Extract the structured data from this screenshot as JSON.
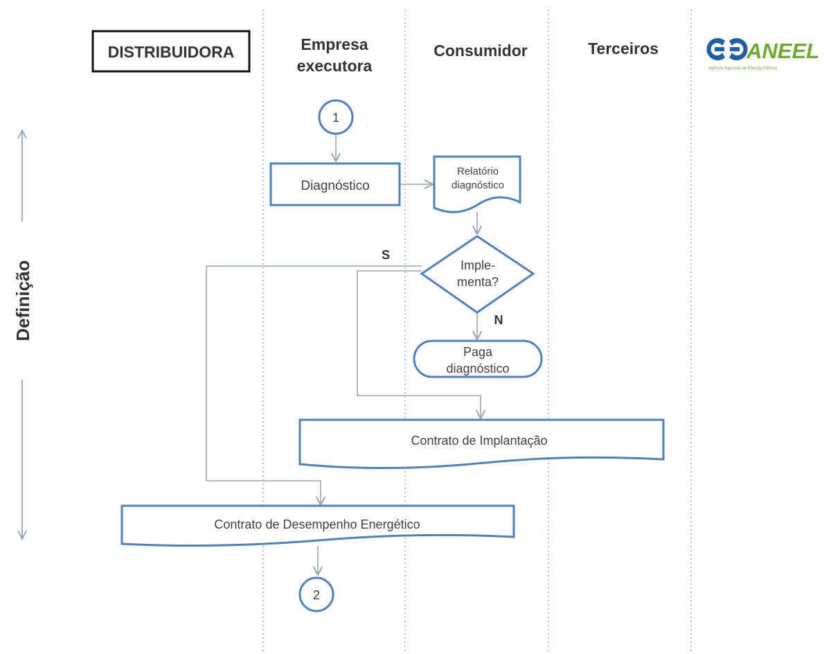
{
  "lanes": {
    "distribuidora": "DISTRIBUIDORA",
    "empresa_line1": "Empresa",
    "empresa_line2": "executora",
    "consumidor": "Consumidor",
    "terceiros": "Terceiros"
  },
  "logo": {
    "text": "ANEEL",
    "subtitle": "Agência Nacional de Energia Elétrica"
  },
  "phase": {
    "label": "Definição"
  },
  "nodes": {
    "start": "1",
    "diagnostico": "Diagnóstico",
    "relatorio_line1": "Relatório",
    "relatorio_line2": "diagnóstico",
    "decision_line1": "Imple-",
    "decision_line2": "menta?",
    "paga_line1": "Paga",
    "paga_line2": "diagnóstico",
    "contrato_implantacao": "Contrato de Implantação",
    "contrato_desempenho": "Contrato de Desempenho Energético",
    "end": "2"
  },
  "branches": {
    "yes": "S",
    "no": "N"
  },
  "colors": {
    "shape_stroke": "#4f7fbf",
    "logo_blue": "#1f5fa8",
    "logo_green": "#6fa832",
    "connector": "#9aa6b2"
  }
}
